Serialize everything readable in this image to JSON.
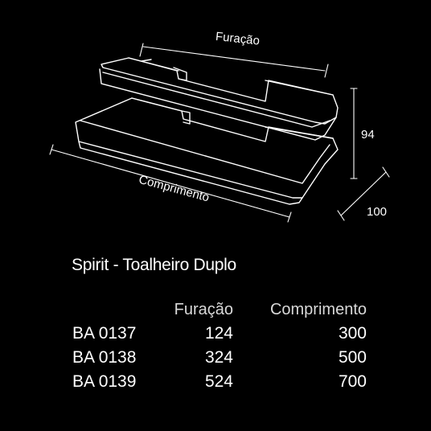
{
  "diagram": {
    "labels": {
      "furacao": "Furação",
      "comprimento": "Comprimento",
      "height": "94",
      "depth": "100"
    }
  },
  "product": {
    "title": "Spirit - Toalheiro Duplo"
  },
  "table": {
    "headers": {
      "code": "",
      "furacao": "Furação",
      "comprimento": "Comprimento"
    },
    "rows": [
      {
        "code": "BA 0137",
        "furacao": "124",
        "comprimento": "300"
      },
      {
        "code": "BA 0138",
        "furacao": "324",
        "comprimento": "500"
      },
      {
        "code": "BA 0139",
        "furacao": "524",
        "comprimento": "700"
      }
    ]
  }
}
